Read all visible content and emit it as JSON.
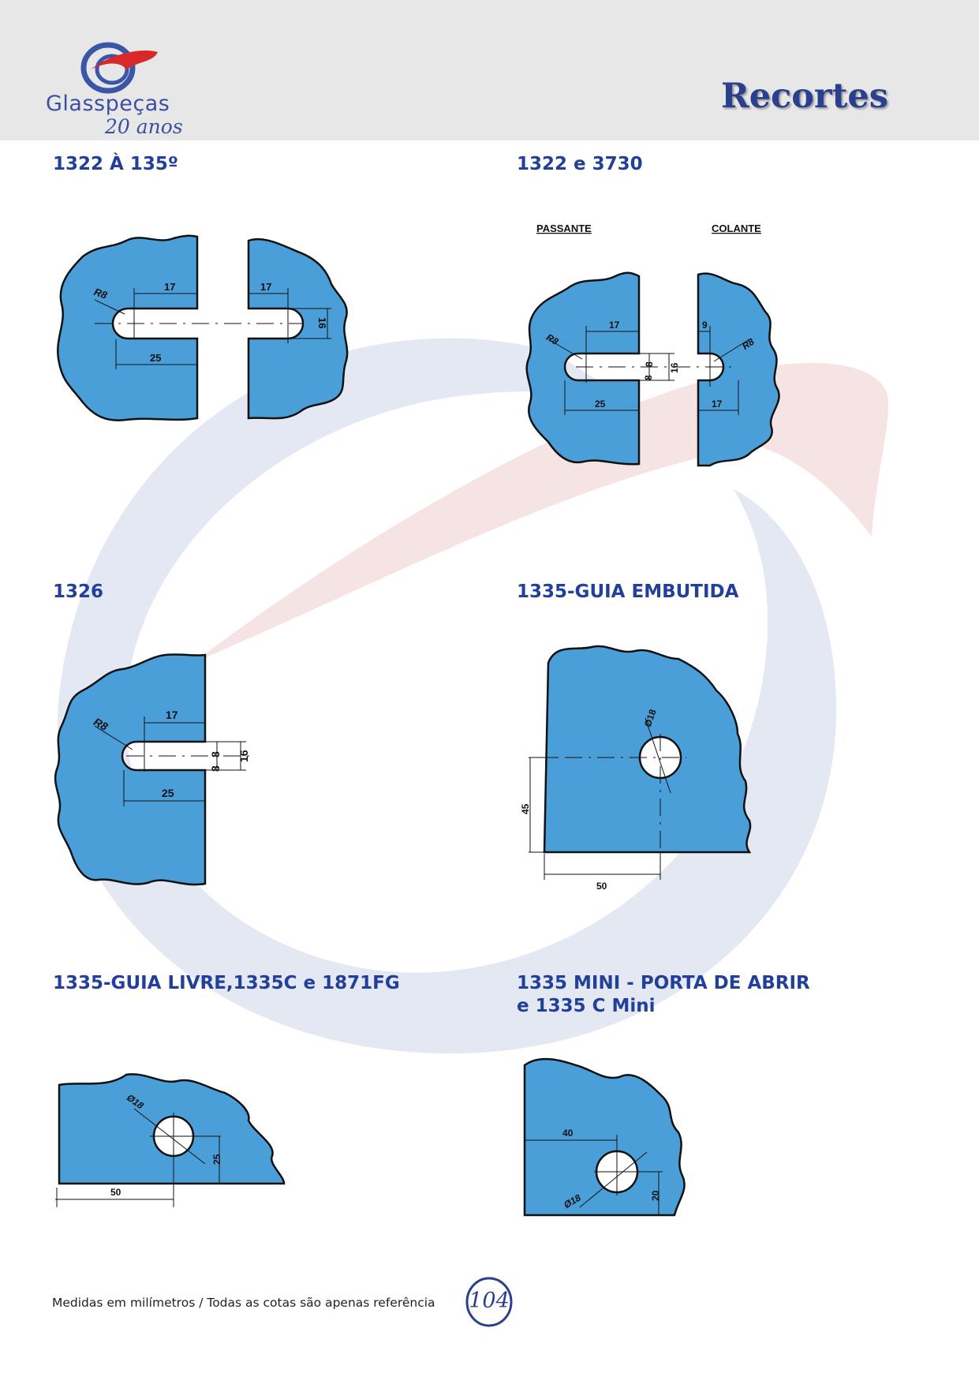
{
  "header": {
    "brand": "Glasspeças",
    "brand_sub": "20 anos",
    "title": "Recortes"
  },
  "colors": {
    "glass_fill": "#4a9fd8",
    "heading": "#22409a",
    "watermark_blue": "#e3e8f3",
    "watermark_red": "#f6e3e3"
  },
  "sections": [
    {
      "title": "1322 À 135º",
      "dimensions": [
        "R8",
        "17",
        "17",
        "16",
        "25"
      ]
    },
    {
      "title": "1322 e 3730",
      "labels": [
        "PASSANTE",
        "COLANTE"
      ],
      "dimensions": [
        "R8",
        "17",
        "8",
        "8",
        "16",
        "25",
        "9",
        "R8",
        "17"
      ]
    },
    {
      "title": "1326",
      "dimensions": [
        "R8",
        "17",
        "8",
        "8",
        "16",
        "25"
      ]
    },
    {
      "title": "1335-GUIA EMBUTIDA",
      "dimensions": [
        "Ø18",
        "45",
        "50"
      ]
    },
    {
      "title": "1335-GUIA LIVRE,1335C e 1871FG",
      "dimensions": [
        "Ø18",
        "25",
        "50"
      ]
    },
    {
      "title_line1": "1335 MINI - PORTA DE ABRIR",
      "title_line2": "e 1335 C Mini",
      "dimensions": [
        "40",
        "Ø18",
        "20"
      ]
    }
  ],
  "footer": {
    "note": "Medidas em milímetros / Todas as cotas são apenas referência",
    "page": "104"
  }
}
